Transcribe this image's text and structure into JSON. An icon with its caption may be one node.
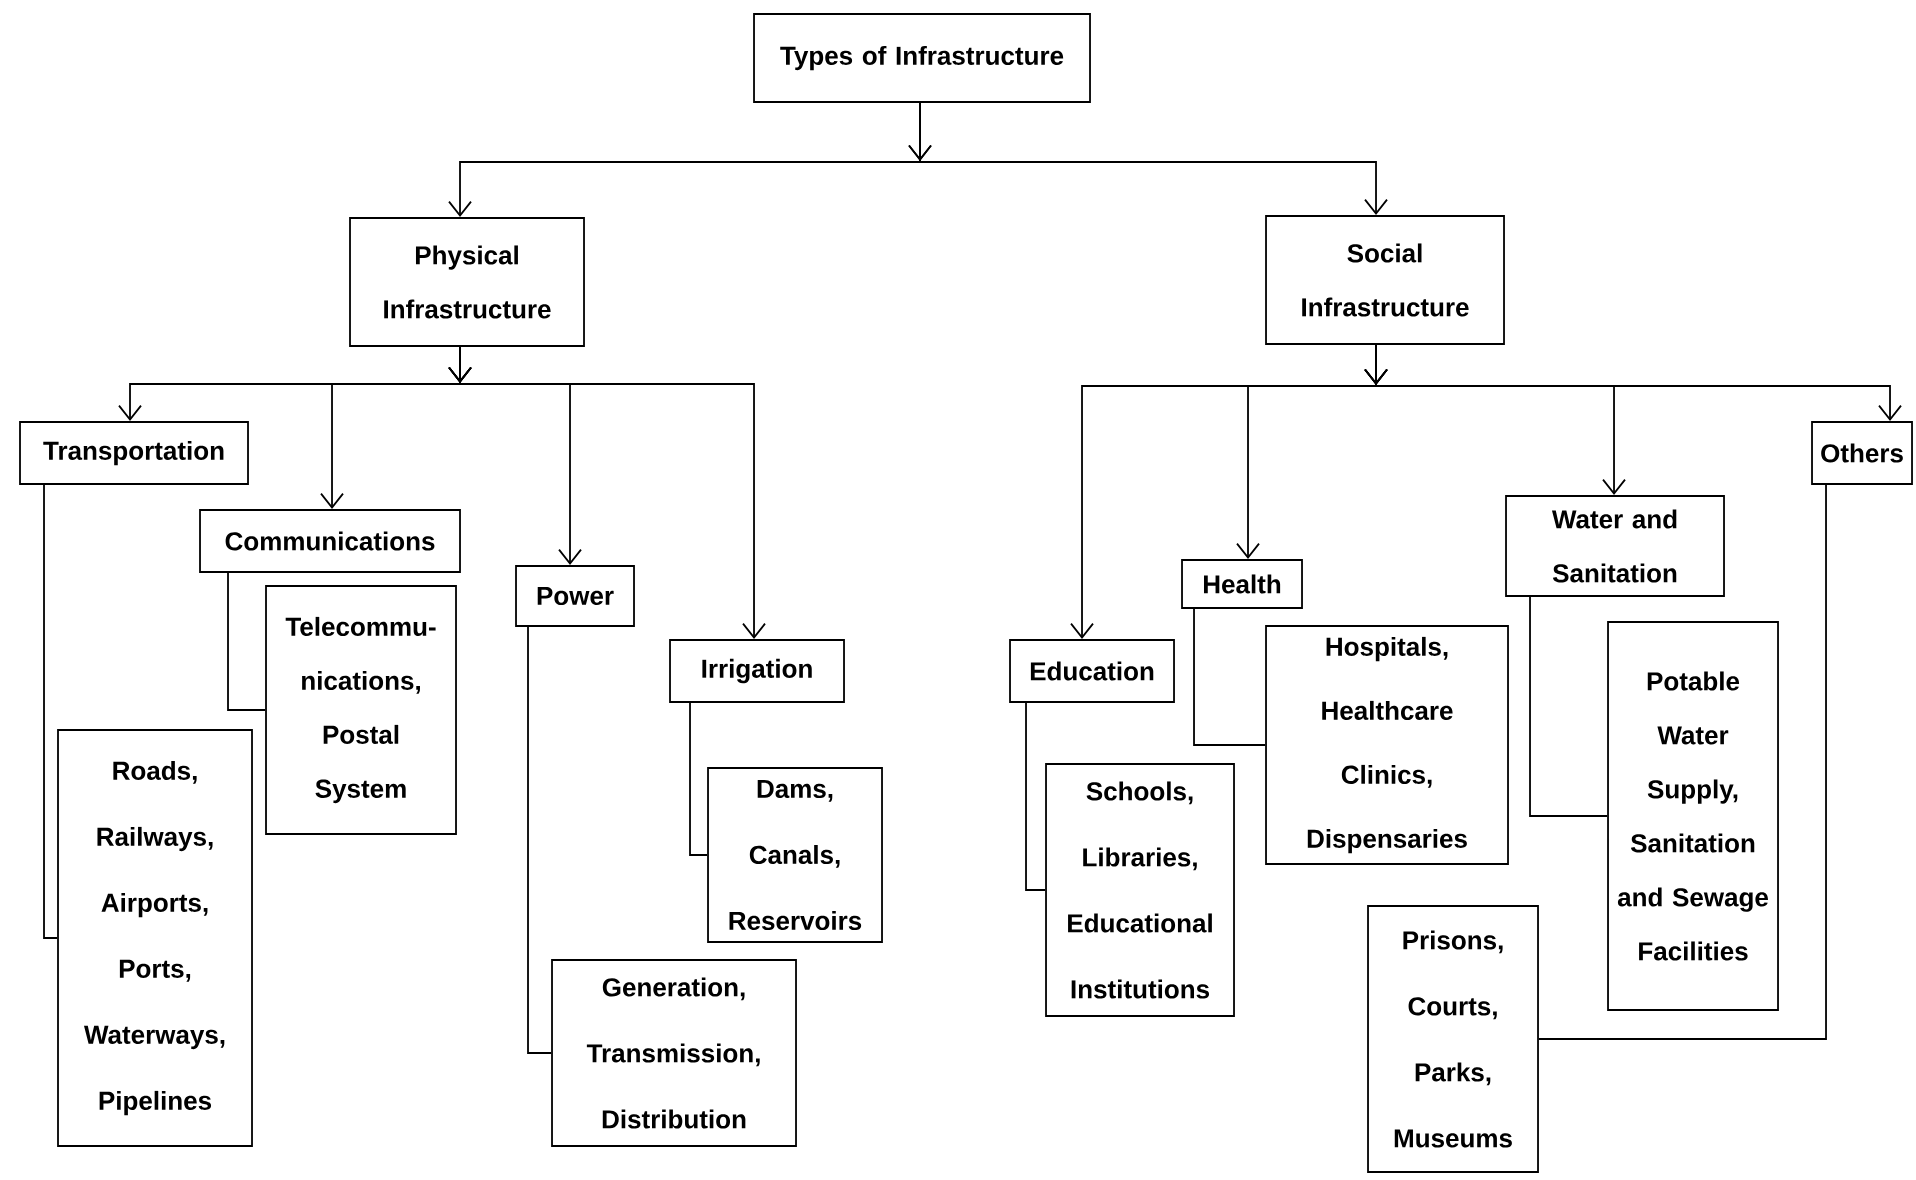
{
  "diagram": {
    "nodes": [
      {
        "text": [
          "Types of Infrastructure"
        ]
      },
      {
        "text": [
          "Physical Infrastructure"
        ]
      },
      {
        "text": [
          "Social Infrastructure"
        ]
      },
      {
        "text": [
          "Transportation"
        ]
      },
      {
        "text": [
          "Communications"
        ]
      },
      {
        "text": [
          "Telecommu- nications, Postal System"
        ]
      },
      {
        "text": [
          "Roads, Railways, Airports, Ports, Waterways, Pipelines"
        ]
      },
      {
        "text": [
          "Power"
        ]
      },
      {
        "text": [
          "Generation, Transmission, Distribution"
        ]
      },
      {
        "text": [
          "Irrigation"
        ]
      },
      {
        "text": [
          "Dams, Canals, Reservoirs"
        ]
      },
      {
        "text": [
          "Education"
        ]
      },
      {
        "text": [
          "Schools, Libraries, Educational Institutions"
        ]
      },
      {
        "text": [
          "Health"
        ]
      },
      {
        "text": [
          "Hospitals, Healthcare Clinics, Dispensaries"
        ]
      },
      {
        "text": [
          "Water and Sanitation"
        ]
      },
      {
        "text": [
          "Potable Water Supply, Sanitation and Sewage Facilities"
        ]
      },
      {
        "text": [
          "Others"
        ]
      },
      {
        "text": [
          "Prisons, Courts, Parks, Museums"
        ]
      }
    ],
    "edges": [
      {
        "from": 0,
        "to": 1,
        "arrow": "to"
      },
      {
        "from": 0,
        "to": 2,
        "arrow": "to"
      },
      {
        "from": 1,
        "to": 3,
        "arrow": "to"
      },
      {
        "from": 1,
        "to": 4,
        "arrow": "to"
      },
      {
        "from": 1,
        "to": 7,
        "arrow": "to"
      },
      {
        "from": 1,
        "to": 9,
        "arrow": "to"
      },
      {
        "from": 3,
        "to": 6,
        "arrow": "none"
      },
      {
        "from": 4,
        "to": 5,
        "arrow": "none"
      },
      {
        "from": 7,
        "to": 8,
        "arrow": "none"
      },
      {
        "from": 9,
        "to": 10,
        "arrow": "none"
      },
      {
        "from": 2,
        "to": 11,
        "arrow": "to"
      },
      {
        "from": 2,
        "to": 13,
        "arrow": "to"
      },
      {
        "from": 2,
        "to": 15,
        "arrow": "to"
      },
      {
        "from": 2,
        "to": 17,
        "arrow": "to"
      },
      {
        "from": 11,
        "to": 12,
        "arrow": "none"
      },
      {
        "from": 13,
        "to": 14,
        "arrow": "none"
      },
      {
        "from": 15,
        "to": 16,
        "arrow": "none"
      },
      {
        "from": 17,
        "to": 18,
        "arrow": "none"
      }
    ]
  }
}
